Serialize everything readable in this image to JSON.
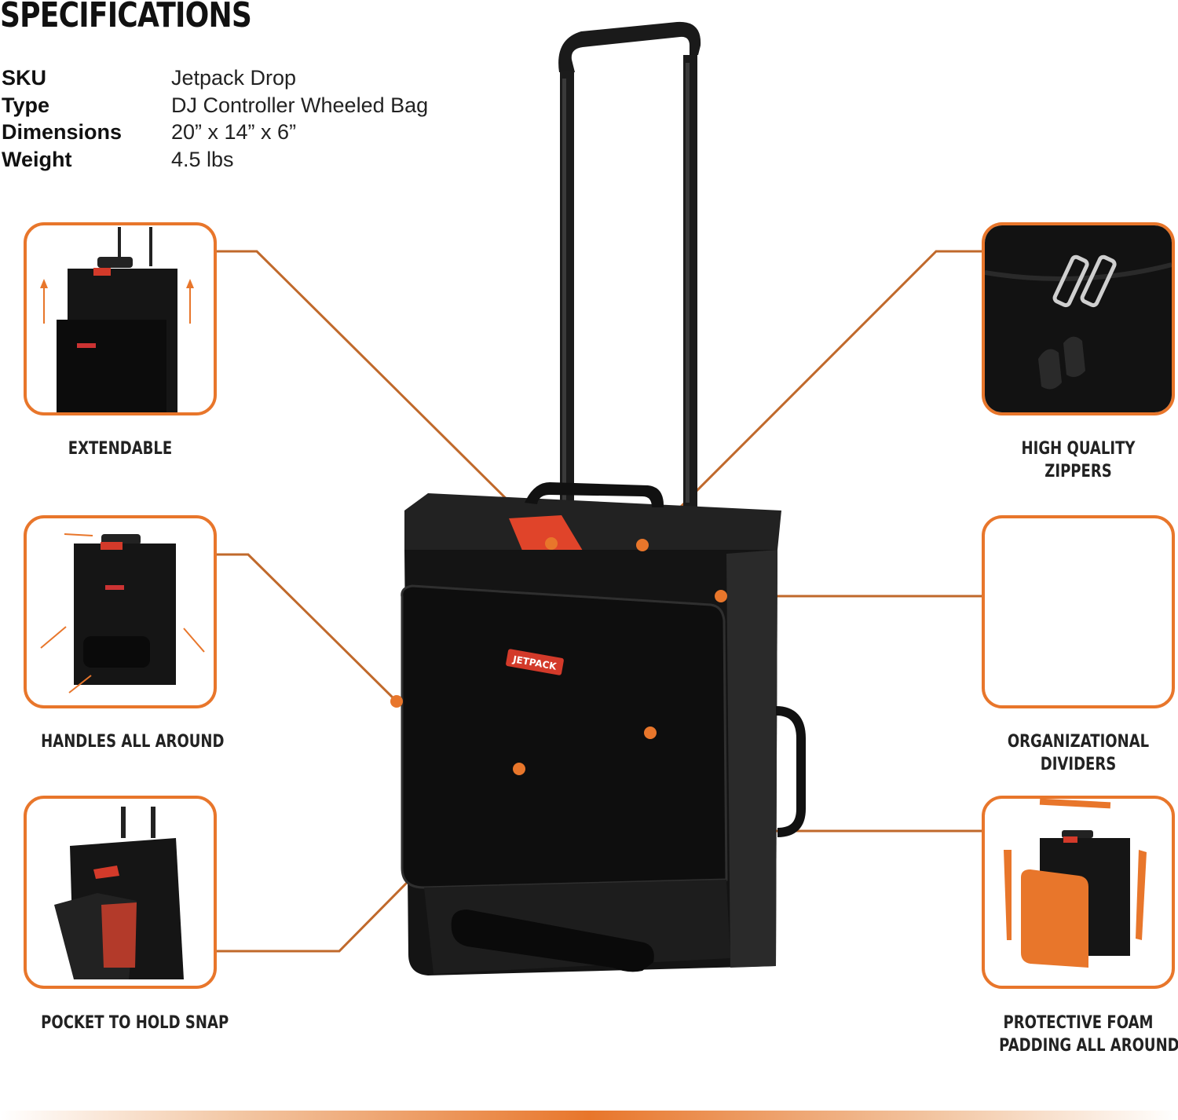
{
  "heading": "SPECIFICATIONS",
  "specs": [
    {
      "key": "SKU",
      "value": "Jetpack Drop"
    },
    {
      "key": "Type",
      "value": "DJ Controller Wheeled Bag"
    },
    {
      "key": "Dimensions",
      "value": "20” x 14” x 6”"
    },
    {
      "key": "Weight",
      "value": "4.5 lbs"
    }
  ],
  "features": {
    "extendable": "EXTENDABLE",
    "handles": "HANDLES ALL AROUND",
    "pocket": "POCKET TO HOLD SNAP",
    "zippers_line1": "HIGH QUALITY",
    "zippers_line2": "ZIPPERS",
    "dividers_line1": "ORGANIZATIONAL",
    "dividers_line2": "DIVIDERS",
    "foam_line1": "PROTECTIVE FOAM",
    "foam_line2": "PADDING ALL AROUND"
  },
  "brand_logo": "JETPACK",
  "colors": {
    "accent": "#e8762b",
    "bag": "#141414"
  }
}
